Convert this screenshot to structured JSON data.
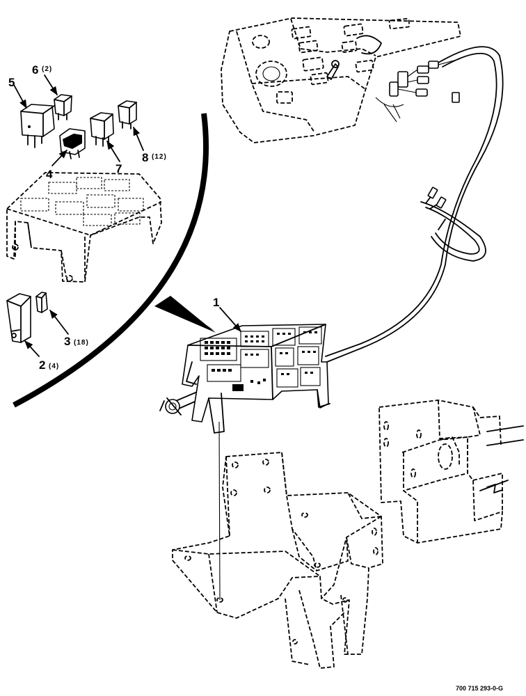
{
  "callouts": [
    {
      "id": "1",
      "num": "1",
      "qty": ""
    },
    {
      "id": "2",
      "num": "2",
      "qty": "(4)"
    },
    {
      "id": "3",
      "num": "3",
      "qty": "(18)"
    },
    {
      "id": "4",
      "num": "4",
      "qty": ""
    },
    {
      "id": "5",
      "num": "5",
      "qty": ""
    },
    {
      "id": "6",
      "num": "6",
      "qty": "(2)"
    },
    {
      "id": "7",
      "num": "7",
      "qty": ""
    },
    {
      "id": "8",
      "num": "8",
      "qty": "(12)"
    }
  ],
  "document_number": "700 715 293-0-G"
}
